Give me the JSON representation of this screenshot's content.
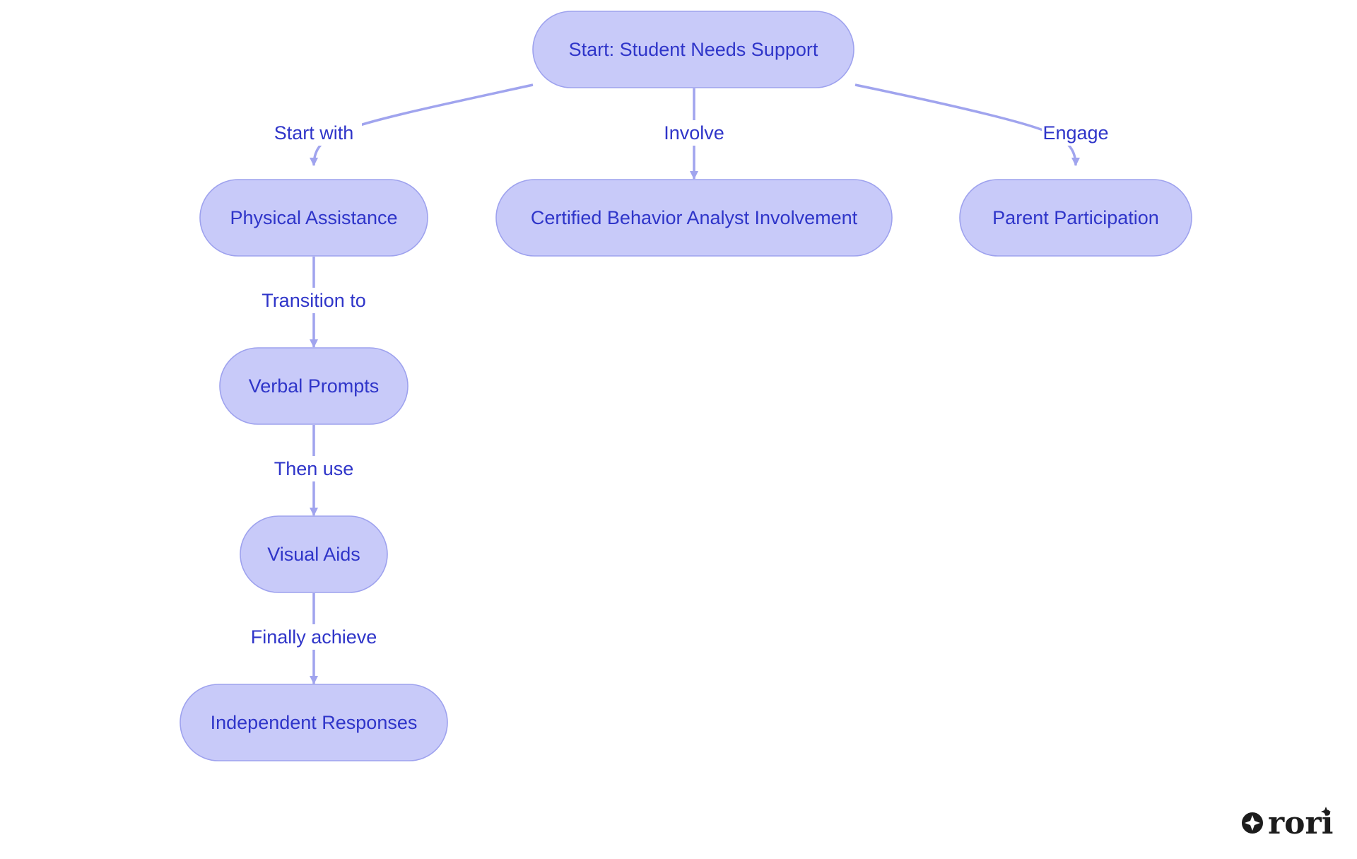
{
  "diagram": {
    "nodes": {
      "start": "Start: Student Needs Support",
      "physical": "Physical Assistance",
      "cba": "Certified Behavior Analyst Involvement",
      "parent": "Parent Participation",
      "verbal": "Verbal Prompts",
      "visual": "Visual Aids",
      "independent": "Independent Responses"
    },
    "edges": {
      "start_physical": "Start with",
      "start_cba": "Involve",
      "start_parent": "Engage",
      "physical_verbal": "Transition to",
      "verbal_visual": "Then use",
      "visual_independent": "Finally achieve"
    }
  },
  "logo": {
    "text": "rori",
    "icon": "sparkle-circle-icon"
  },
  "colors": {
    "node_fill": "#c8caf9",
    "node_stroke": "#9ea2ee",
    "text": "#2f35c9",
    "edge": "#a0a4ee",
    "logo": "#1c1c1c"
  }
}
